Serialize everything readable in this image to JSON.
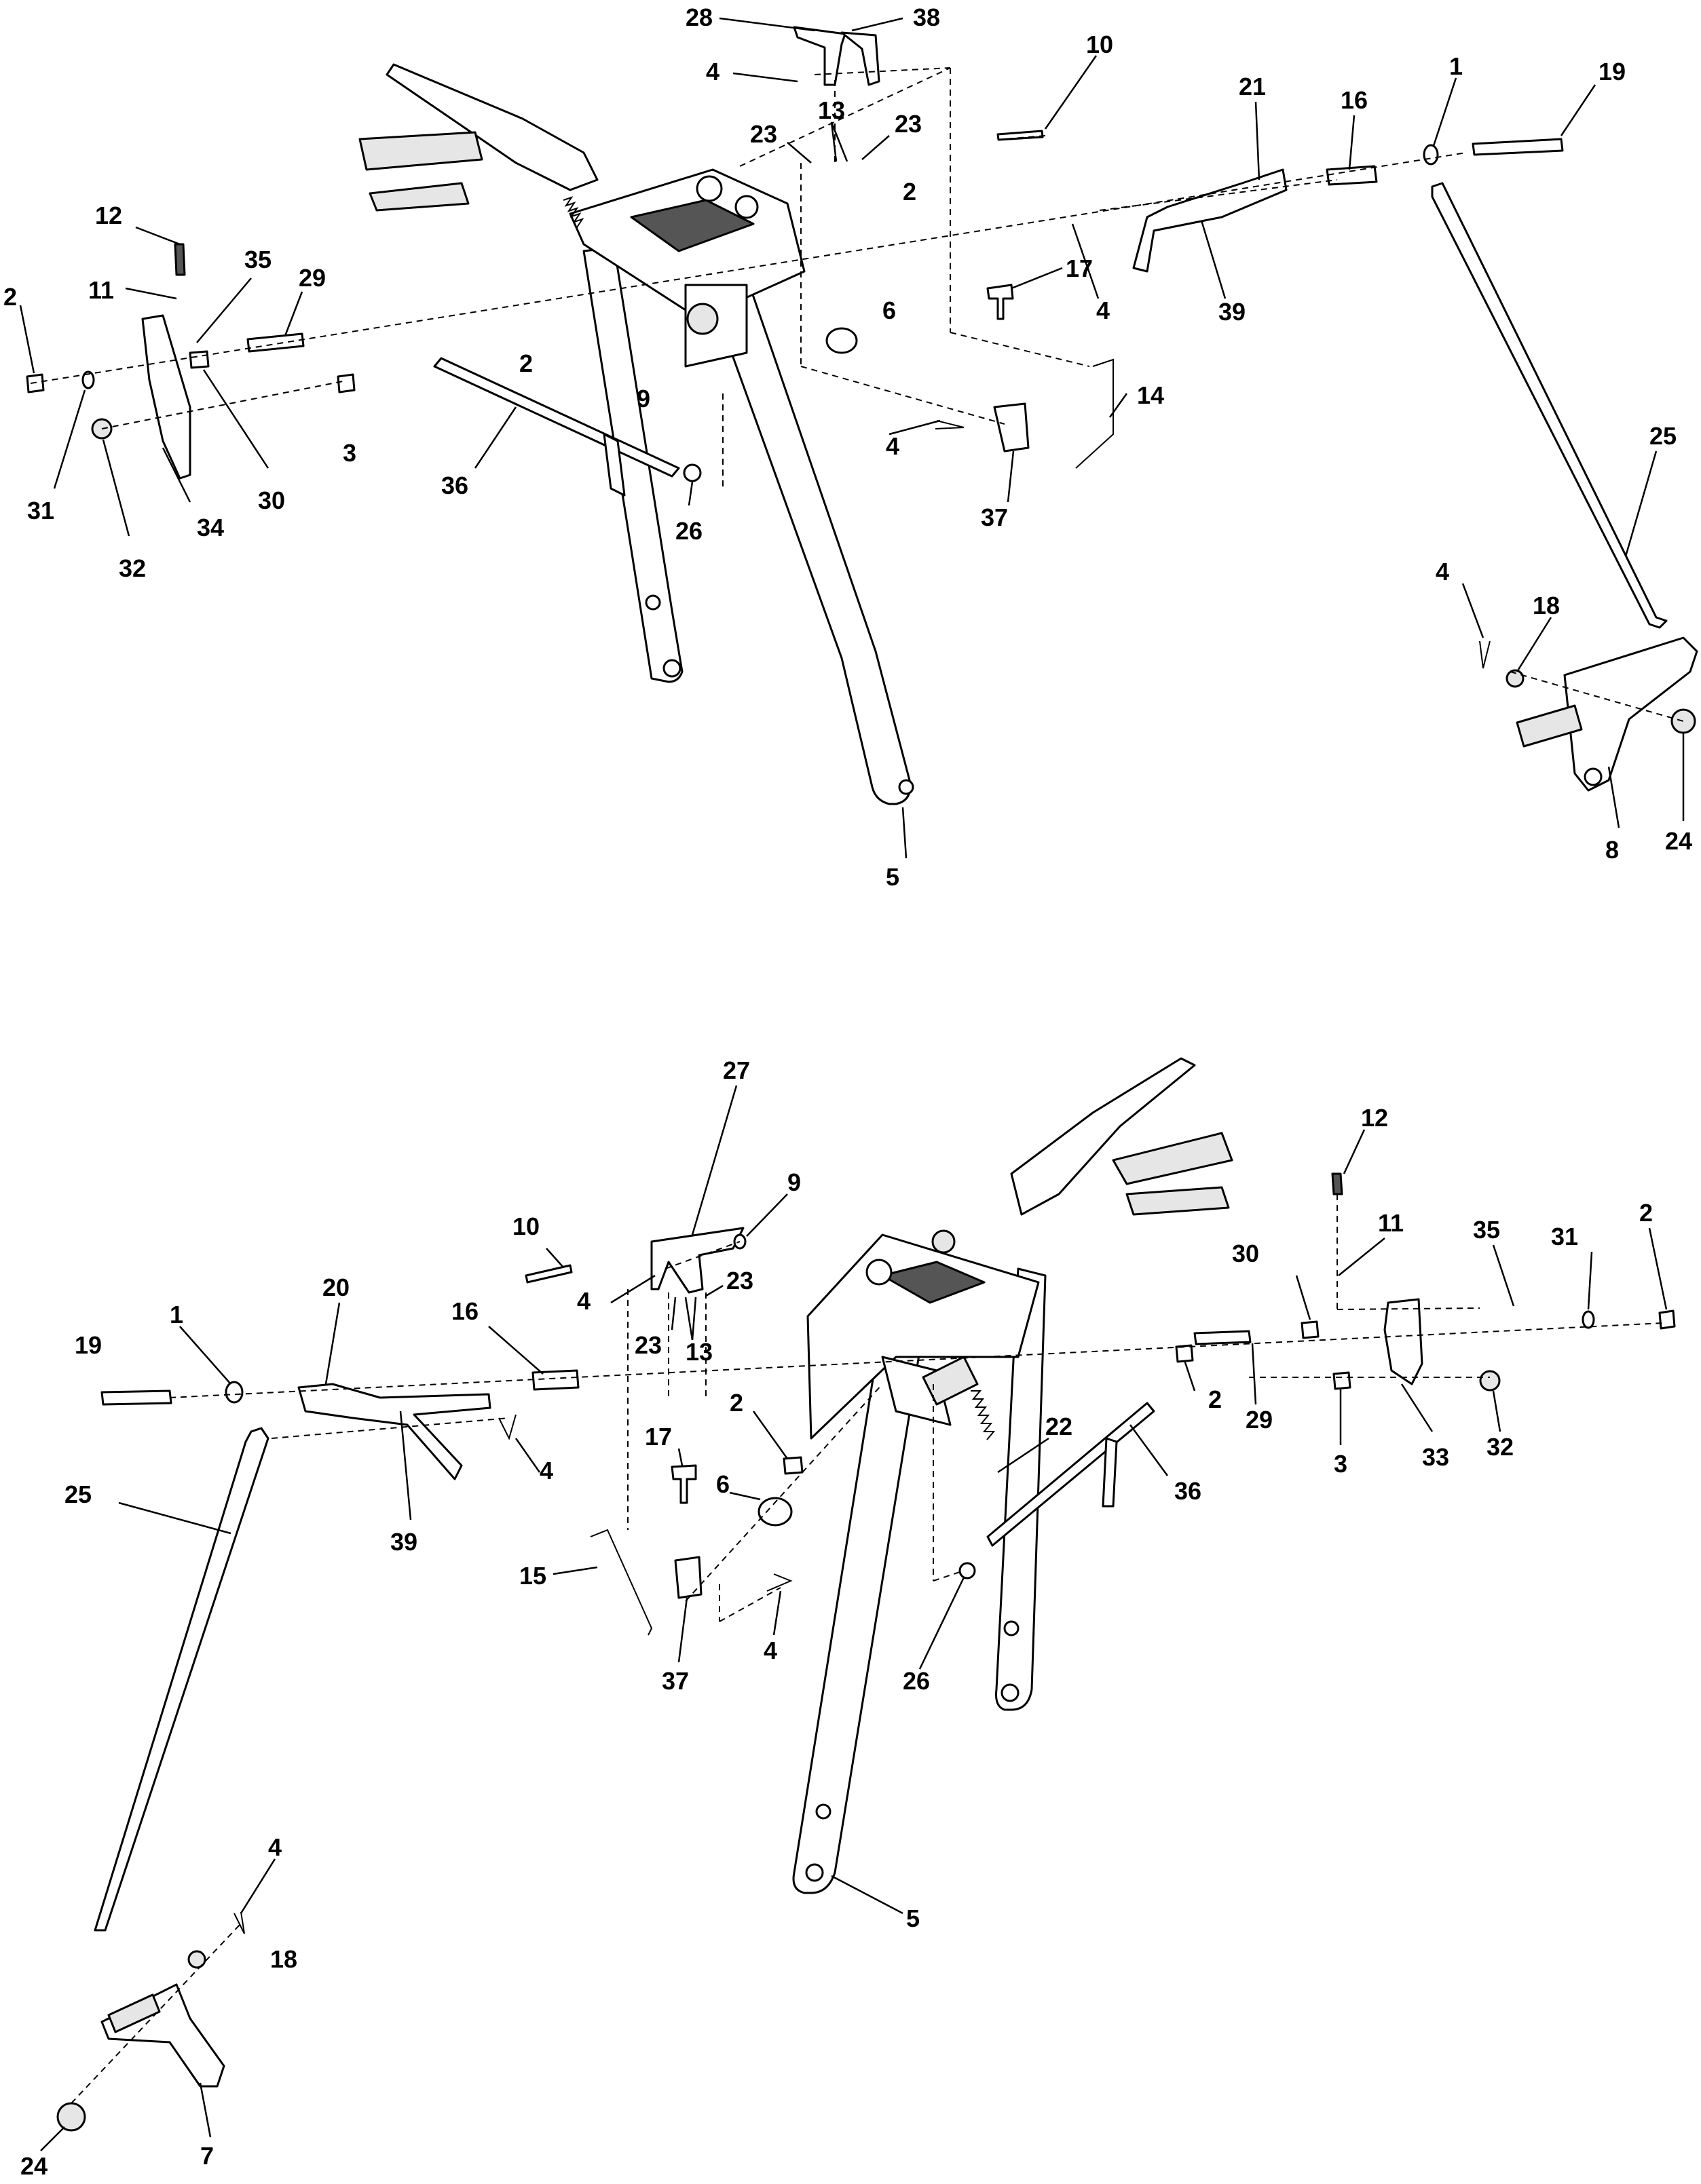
{
  "views": [
    {
      "name": "top",
      "callouts": [
        "28",
        "38",
        "4",
        "10",
        "23",
        "13",
        "23",
        "21",
        "16",
        "1",
        "19",
        "2",
        "12",
        "11",
        "35",
        "29",
        "2",
        "2",
        "17",
        "4",
        "39",
        "9",
        "6",
        "3",
        "31",
        "30",
        "34",
        "32",
        "36",
        "26",
        "4",
        "14",
        "37",
        "25",
        "4",
        "18",
        "5",
        "8",
        "24"
      ]
    },
    {
      "name": "bottom",
      "callouts": [
        "27",
        "12",
        "9",
        "10",
        "11",
        "30",
        "35",
        "31",
        "2",
        "20",
        "1",
        "16",
        "4",
        "23",
        "23",
        "13",
        "19",
        "2",
        "2",
        "29",
        "3",
        "33",
        "32",
        "17",
        "22",
        "6",
        "36",
        "25",
        "39",
        "4",
        "15",
        "4",
        "26",
        "37",
        "5",
        "4",
        "18",
        "7",
        "24"
      ]
    }
  ]
}
